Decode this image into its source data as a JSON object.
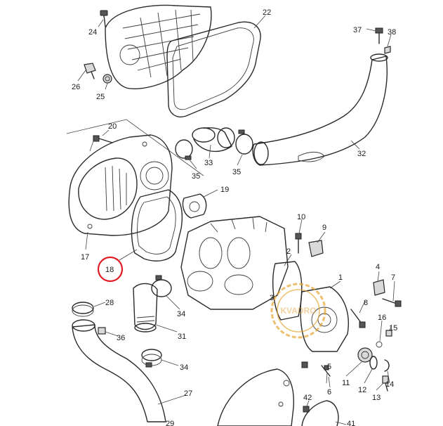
{
  "callouts": [
    {
      "id": "24",
      "label": "24"
    },
    {
      "id": "22",
      "label": "22"
    },
    {
      "id": "37",
      "label": "37"
    },
    {
      "id": "38",
      "label": "38"
    },
    {
      "id": "26",
      "label": "26"
    },
    {
      "id": "25",
      "label": "25"
    },
    {
      "id": "20",
      "label": "20"
    },
    {
      "id": "33",
      "label": "33"
    },
    {
      "id": "35a",
      "label": "35"
    },
    {
      "id": "35b",
      "label": "35"
    },
    {
      "id": "32",
      "label": "32"
    },
    {
      "id": "19",
      "label": "19"
    },
    {
      "id": "10",
      "label": "10"
    },
    {
      "id": "9",
      "label": "9"
    },
    {
      "id": "17",
      "label": "17"
    },
    {
      "id": "2",
      "label": "2"
    },
    {
      "id": "18",
      "label": "18"
    },
    {
      "id": "4",
      "label": "4"
    },
    {
      "id": "7",
      "label": "7"
    },
    {
      "id": "1",
      "label": "1"
    },
    {
      "id": "3",
      "label": "3"
    },
    {
      "id": "28",
      "label": "28"
    },
    {
      "id": "34a",
      "label": "34"
    },
    {
      "id": "8",
      "label": "8"
    },
    {
      "id": "16",
      "label": "16"
    },
    {
      "id": "15",
      "label": "15"
    },
    {
      "id": "36",
      "label": "36"
    },
    {
      "id": "31",
      "label": "31"
    },
    {
      "id": "34b",
      "label": "34"
    },
    {
      "id": "5",
      "label": "5"
    },
    {
      "id": "11",
      "label": "11"
    },
    {
      "id": "12",
      "label": "12"
    },
    {
      "id": "14",
      "label": "14"
    },
    {
      "id": "13",
      "label": "13"
    },
    {
      "id": "6",
      "label": "6"
    },
    {
      "id": "27",
      "label": "27"
    },
    {
      "id": "42",
      "label": "42"
    },
    {
      "id": "41",
      "label": "41"
    },
    {
      "id": "29",
      "label": "29"
    }
  ],
  "highlight": {
    "target": "18",
    "color": "#e01a22"
  },
  "watermark": {
    "text": "KVADRO"
  }
}
